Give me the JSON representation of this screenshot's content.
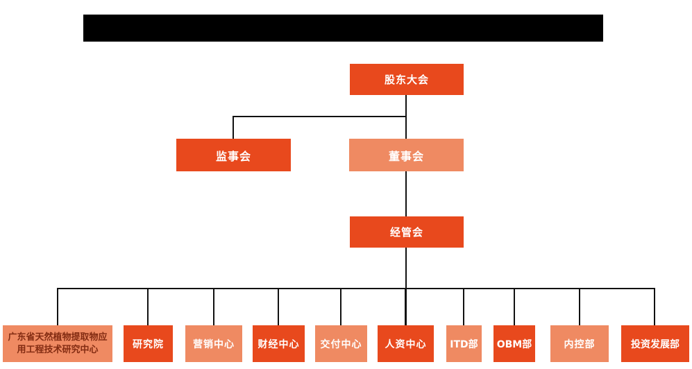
{
  "colors": {
    "primary": "#e8491d",
    "secondary": "#ef8a62",
    "line": "#111111",
    "text_light": "#ffffff",
    "text_dark": "#832c12",
    "redacted_bar": "#000000",
    "background": "#ffffff"
  },
  "org_chart": {
    "type": "org-tree",
    "root": {
      "label": "股东大会",
      "variant": "primary"
    },
    "level_2": [
      {
        "label": "监事会",
        "variant": "primary"
      },
      {
        "label": "董事会",
        "variant": "secondary"
      }
    ],
    "level_3": {
      "label": "经管会",
      "variant": "primary"
    },
    "departments": [
      {
        "label": "广东省天然植物提取物应用工程技术研究中心",
        "variant": "secondary"
      },
      {
        "label": "研究院",
        "variant": "primary"
      },
      {
        "label": "营销中心",
        "variant": "secondary"
      },
      {
        "label": "财经中心",
        "variant": "primary"
      },
      {
        "label": "交付中心",
        "variant": "secondary"
      },
      {
        "label": "人资中心",
        "variant": "primary"
      },
      {
        "label": "ITD部",
        "variant": "secondary"
      },
      {
        "label": "OBM部",
        "variant": "primary"
      },
      {
        "label": "内控部",
        "variant": "secondary"
      },
      {
        "label": "投资发展部",
        "variant": "primary"
      }
    ]
  }
}
